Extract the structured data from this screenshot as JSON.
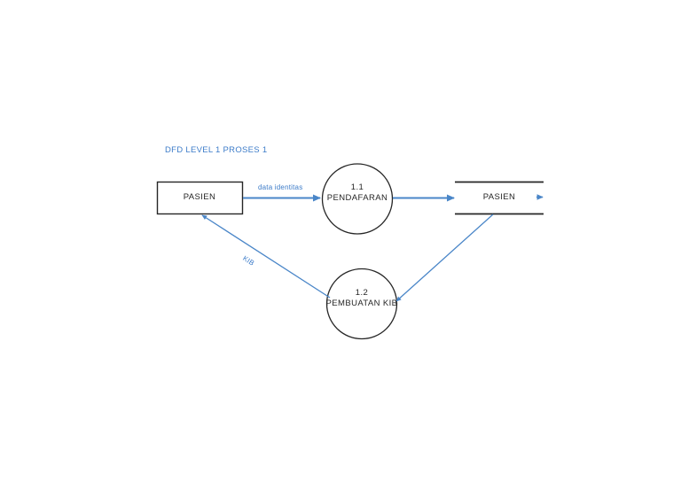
{
  "diagram": {
    "title": "DFD LEVEL 1 PROSES 1",
    "title_color": "#3d7cc9",
    "background_color": "#ffffff",
    "shape_stroke_color": "#262626",
    "flow_color": "#4a86c8",
    "nodes": [
      {
        "id": "external-entity-pasien",
        "kind": "external-entity",
        "label": "PASIEN",
        "shape": "rectangle"
      },
      {
        "id": "process-1-1",
        "kind": "process",
        "number": "1.1",
        "label": "PENDAFARAN",
        "shape": "circle"
      },
      {
        "id": "process-1-2",
        "kind": "process",
        "number": "1.2",
        "label": "PEMBUATAN KIB",
        "shape": "circle"
      },
      {
        "id": "data-store-pasien",
        "kind": "data-store",
        "label": "PASIEN",
        "shape": "open-rectangle"
      }
    ],
    "flows": [
      {
        "id": "flow-data-identitas",
        "label": "data identitas",
        "from": "external-entity-pasien",
        "to": "process-1-1"
      },
      {
        "id": "flow-pendafaran-to-store",
        "label": "",
        "from": "process-1-1",
        "to": "data-store-pasien"
      },
      {
        "id": "flow-store-to-pembuatan-kib",
        "label": "",
        "from": "data-store-pasien",
        "to": "process-1-2"
      },
      {
        "id": "flow-kib",
        "label": "KIB",
        "from": "process-1-2",
        "to": "external-entity-pasien"
      },
      {
        "id": "flow-store-outbound-marker",
        "label": "",
        "from": "data-store-pasien",
        "to": ""
      }
    ]
  }
}
